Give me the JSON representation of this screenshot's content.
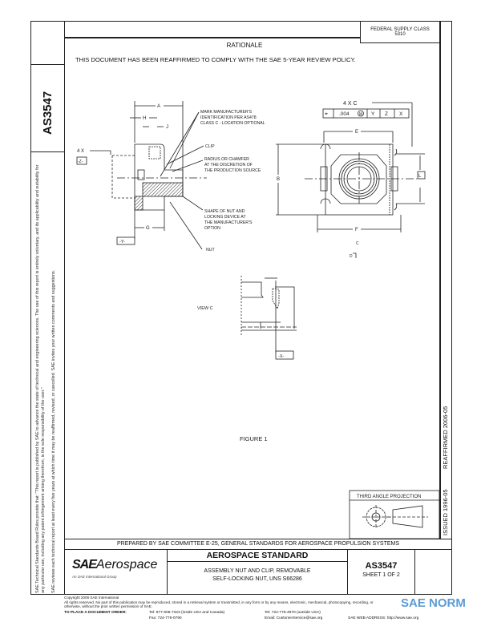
{
  "header": {
    "federal_supply_class_label": "FEDERAL SUPPLY CLASS",
    "federal_supply_class_value": "5310",
    "rationale_title": "RATIONALE",
    "rationale_text": "THIS DOCUMENT HAS BEEN REAFFIRMED TO COMPLY WITH THE SAE 5-YEAR REVIEW POLICY."
  },
  "side": {
    "doc_number": "AS3547",
    "disclaimer_1": "SAE Technical Standards Board Rules provide that: \"This report is published by SAE to advance the state of technical and engineering sciences. The use of this report is entirely voluntary, and its applicability and suitability for any particular use, including any patent infringement arising therefrom, is the sole responsibility of the user.\"",
    "disclaimer_2": "SAE reviews each technical report at least every five years at which time it may be reaffirmed, revised, or cancelled. SAE invites your written comments and suggestions.",
    "issued": "ISSUED 1996-05",
    "reaffirmed": "REAFFIRMED 2006-05"
  },
  "drawing": {
    "dim_a": "A",
    "dim_b": "B",
    "dim_e": "E",
    "dim_f": "F",
    "dim_g": "G",
    "dim_h": "H",
    "dim_j": "J",
    "view_d": "D",
    "view_c_marker": "C",
    "four_x": "4 X",
    "four_x_c": "4 X C",
    "datum_x": "-X-",
    "datum_y": "-Y-",
    "datum_z": "-Z-",
    "datum_l": "L",
    "fcf": {
      "symbol": "⌖",
      "tolerance": ".004",
      "modifier": "M",
      "d1": "Y",
      "d2": "Z",
      "d3": "X"
    },
    "note_mark": [
      "MARK MANUFACTURER'S",
      "IDENTIFICATION PER AS478",
      "CLASS C - LOCATION OPTIONAL"
    ],
    "note_clip": "CLIP",
    "note_radius": [
      "RADIUS OR CHAMFER",
      "AT THE DISCRETION OF",
      "THE PRODUCTION SOURCE"
    ],
    "note_shape": [
      "SHAPE OF NUT AND",
      "LOCKING DEVICE AT",
      "THE MANUFACTURER'S",
      "OPTION"
    ],
    "note_nut": "NUT",
    "view_c_label": "VIEW C",
    "figure_label": "FIGURE 1"
  },
  "projection": {
    "title": "THIRD ANGLE PROJECTION"
  },
  "title_block": {
    "prepared_by": "PREPARED BY SAE COMMITTEE E-25, GENERAL STANDARDS FOR AEROSPACE PROPULSION SYSTEMS",
    "logo_sae": "SAE",
    "logo_aerospace": "Aerospace",
    "logo_tagline": "An SAE International Group",
    "standard_type": "AEROSPACE STANDARD",
    "title_line1": "ASSEMBLY NUT AND CLIP, REMOVABLE",
    "title_line2": "SELF-LOCKING NUT, UNS S66286",
    "doc_number": "AS3547",
    "sheet": "SHEET 1 OF 2"
  },
  "footer": {
    "copyright": "Copyright 2006 SAE International",
    "rights": "All rights reserved. No part of this publication may be reproduced, stored in a retrieval system or transmitted, in any form or by any means, electronic, mechanical, photocopying, recording, or otherwise, without the prior written permission of SAE.",
    "order_label": "TO PLACE A DOCUMENT ORDER:",
    "tel_us": "Tel: 877-606-7323 (inside USA and Canada)",
    "tel_intl": "Tel: 724-776-4970 (outside USA)",
    "fax": "Fax: 724-776-0790",
    "email": "Email: CustomerService@sae.org",
    "web": "SAE WEB ADDRESS: http://www.sae.org"
  },
  "watermark": {
    "text": "SAE NORM",
    "color": "#5b9bd5"
  }
}
